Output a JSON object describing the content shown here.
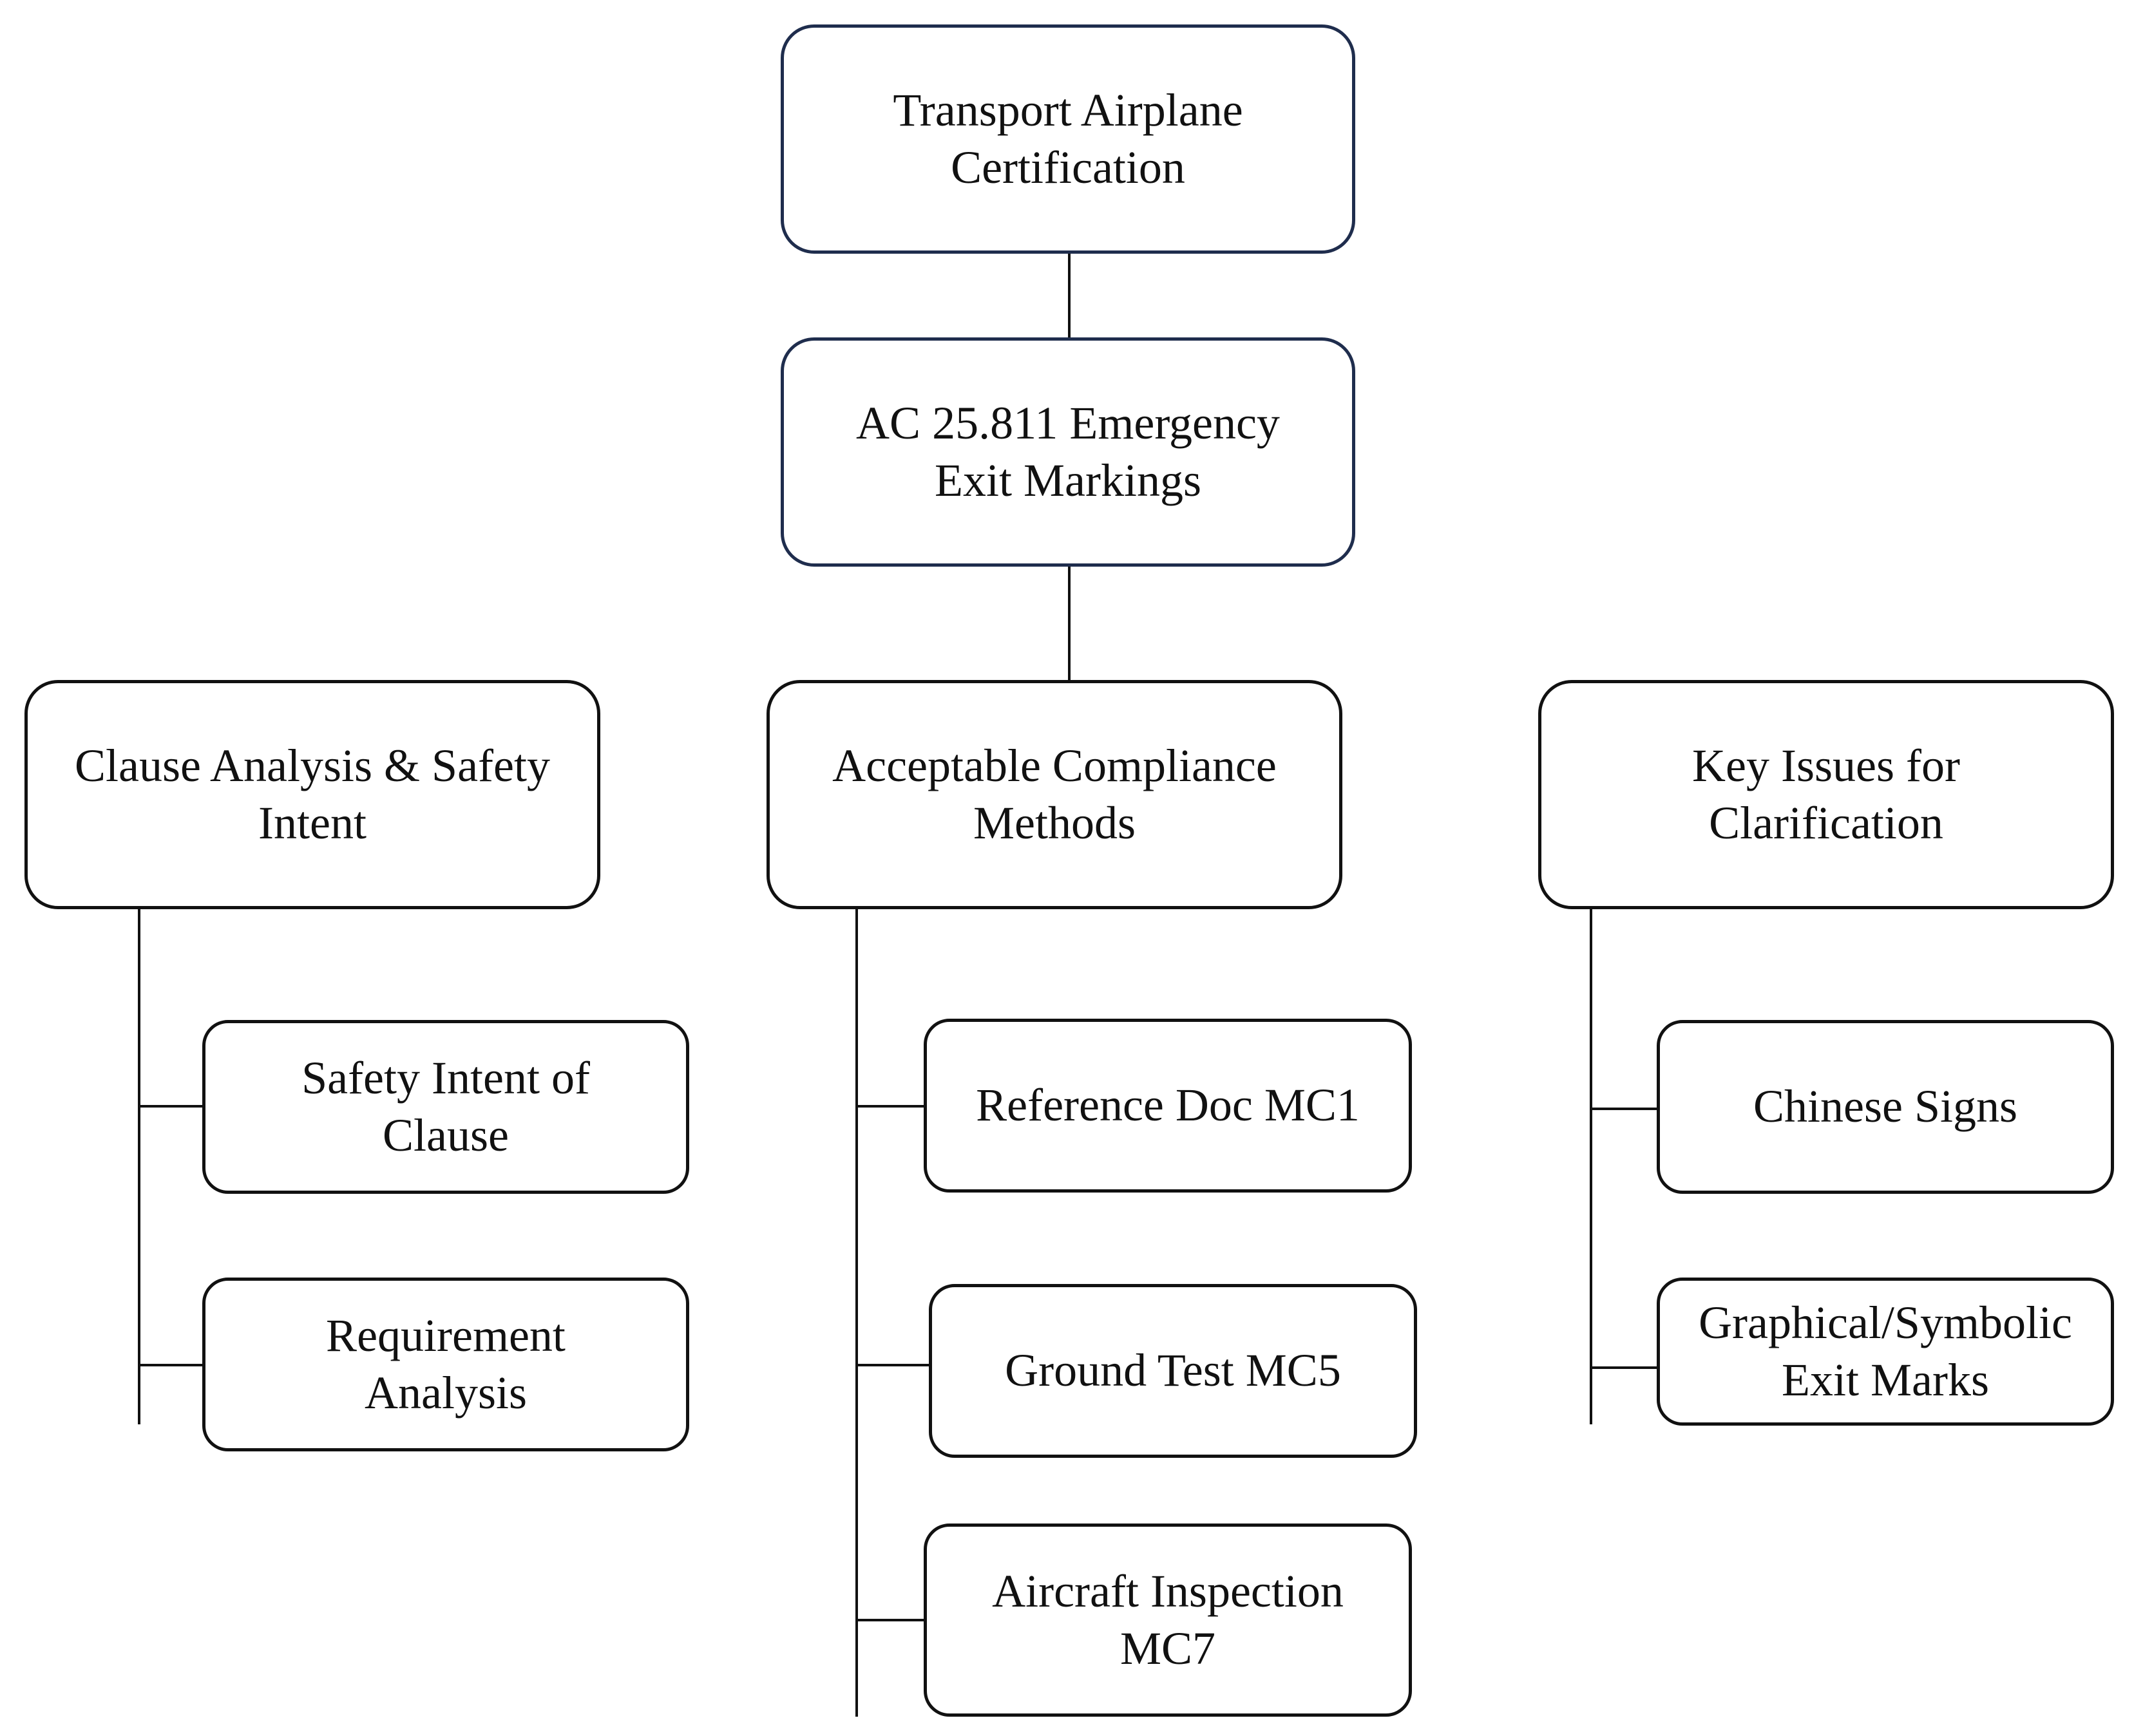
{
  "diagram": {
    "root": {
      "label": "Transport Airplane\nCertification"
    },
    "standard": {
      "label": "AC 25.811 Emergency\nExit Markings"
    },
    "branches": [
      {
        "label": "Clause Analysis & Safety\nIntent",
        "children": [
          {
            "label": "Safety Intent of\nClause"
          },
          {
            "label": "Requirement\nAnalysis"
          }
        ]
      },
      {
        "label": "Acceptable Compliance\nMethods",
        "children": [
          {
            "label": "Reference Doc MC1"
          },
          {
            "label": "Ground Test MC5"
          },
          {
            "label": "Aircraft Inspection\nMC7"
          }
        ]
      },
      {
        "label": "Key Issues for\nClarification",
        "children": [
          {
            "label": "Chinese Signs"
          },
          {
            "label": "Graphical/Symbolic\nExit Marks"
          }
        ]
      }
    ],
    "colors": {
      "root_border": "#1f2d4d",
      "node_border": "#111111",
      "connector": "#111111"
    }
  }
}
